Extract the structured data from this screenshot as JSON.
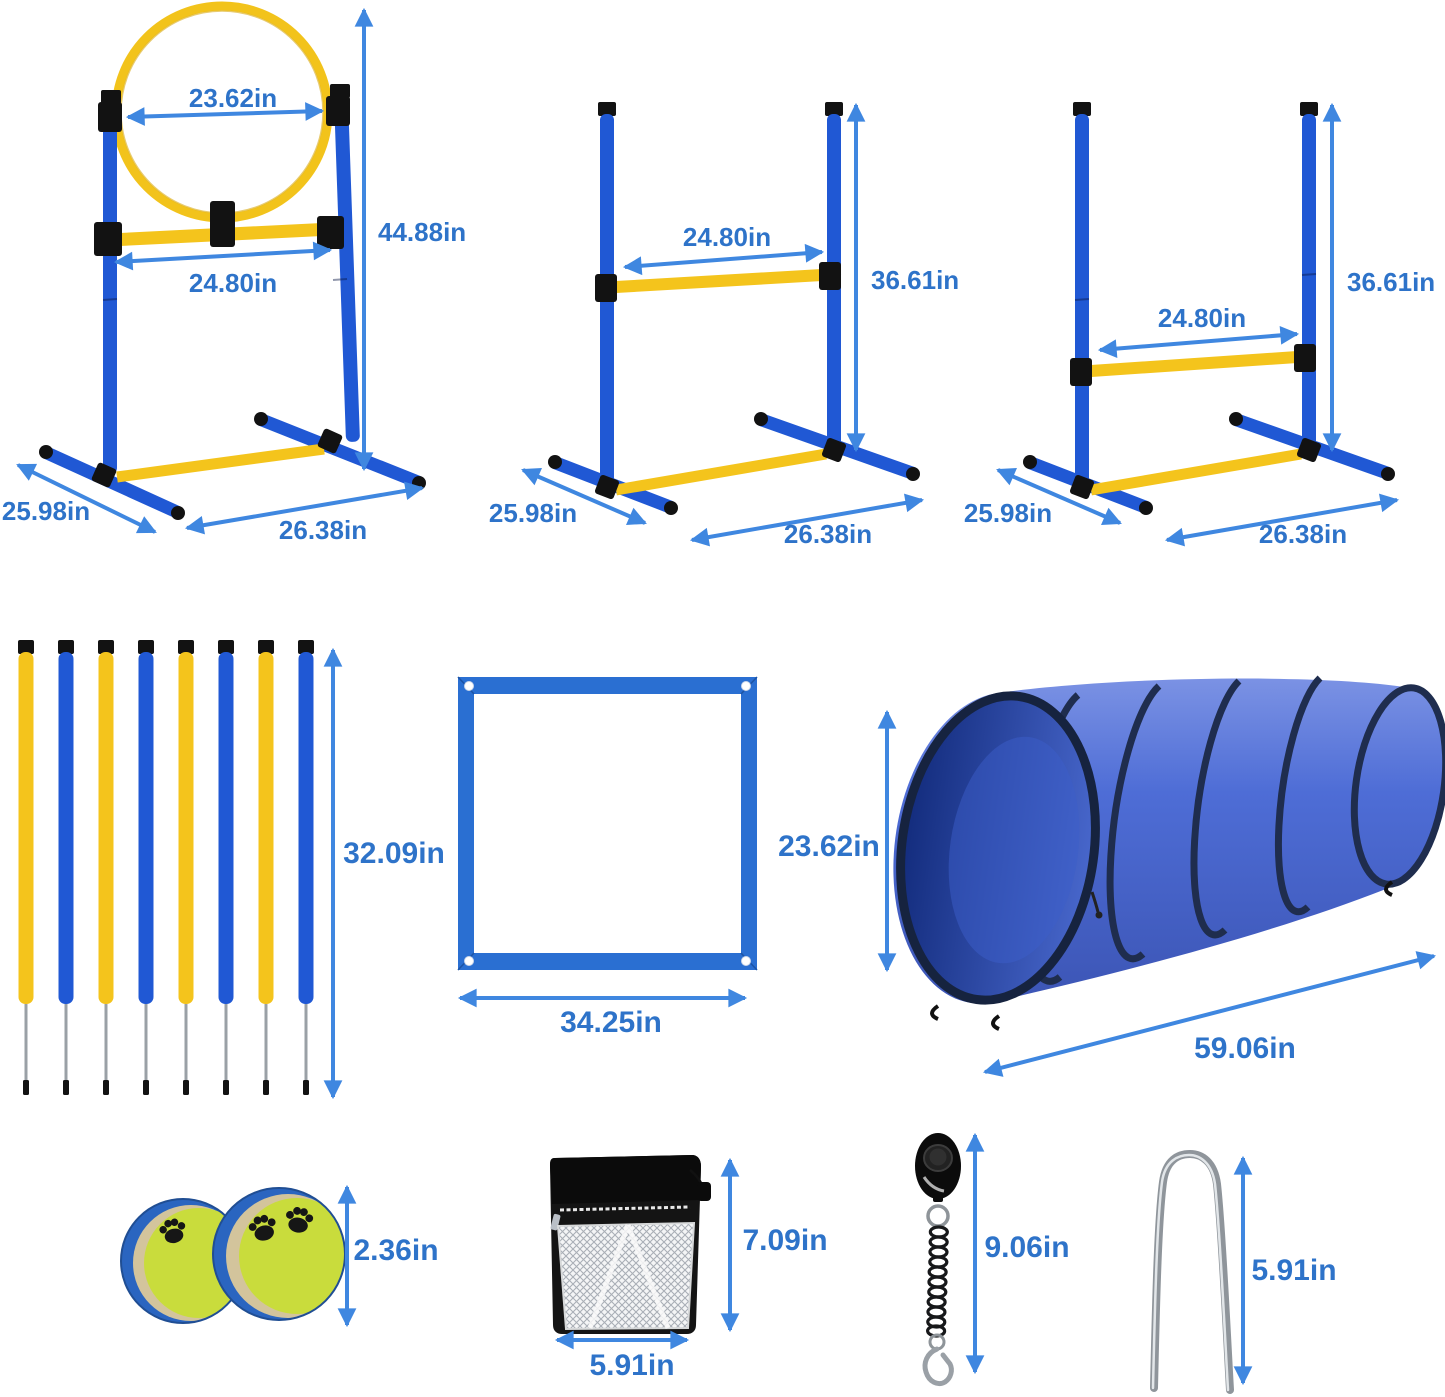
{
  "colors": {
    "label_blue": "#2e73c9",
    "arrow_blue": "#3f87e0",
    "pole_blue": "#2058d4",
    "bar_yellow": "#f4c41c",
    "tunnel_blue": "#4e6dd6",
    "frame_blue": "#2a6fd2",
    "black_parts": "#121212",
    "metal_gray": "#9aa0a6"
  },
  "items": {
    "hoop_jump": {
      "hoop_diameter": "23.62in",
      "height": "44.88in",
      "bar_width": "24.80in",
      "base_depth": "25.98in",
      "base_width": "26.38in"
    },
    "high_jump": {
      "bar_width": "24.80in",
      "height": "36.61in",
      "base_depth": "25.98in",
      "base_width": "26.38in"
    },
    "low_jump": {
      "bar_width": "24.80in",
      "height": "36.61in",
      "base_depth": "25.98in",
      "base_width": "26.38in"
    },
    "weave_poles": {
      "count": 8,
      "height": "32.09in"
    },
    "pause_box": {
      "width": "34.25in"
    },
    "tunnel": {
      "diameter": "23.62in",
      "length": "59.06in"
    },
    "tennis_balls": {
      "count": 2,
      "diameter": "2.36in"
    },
    "treat_bag": {
      "height": "7.09in",
      "width": "5.91in"
    },
    "clicker": {
      "height": "9.06in"
    },
    "ground_stake": {
      "height": "5.91in"
    }
  }
}
